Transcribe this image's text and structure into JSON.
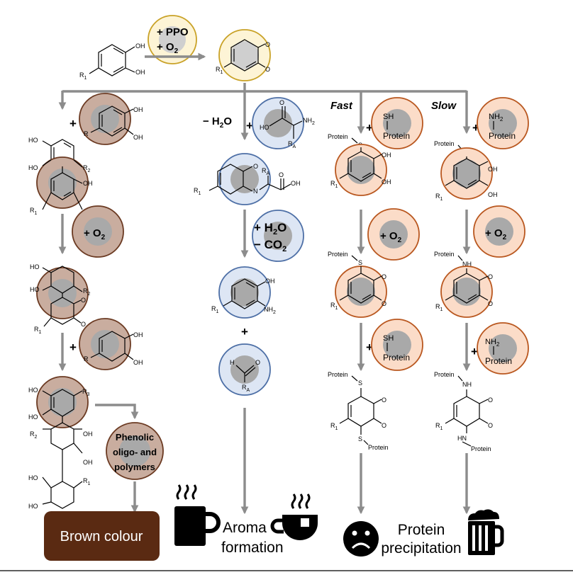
{
  "reagents": {
    "ppo": "+ PPO",
    "o2": "+ O",
    "o2_sub": "2",
    "minus_h2o": "− H",
    "minus_h2o_sub": "2",
    "minus_h2o_o": "O",
    "plus_h2o": "+ H",
    "plus_h2o_sub": "2",
    "plus_h2o_o": "O",
    "minus_co2": "− CO",
    "minus_co2_sub": "2",
    "plus_o2": "+ O",
    "plus_o2_sub": "2",
    "plus": "+"
  },
  "branches": {
    "fast": "Fast",
    "slow": "Slow"
  },
  "atoms": {
    "oh": "OH",
    "o": "O",
    "ho": "HO",
    "r": "R",
    "r1": "R",
    "r1_sub": "1",
    "r2": "R",
    "r2_sub": "2",
    "r3": "R",
    "r3_sub": "3",
    "ra": "R",
    "ra_sub": "A",
    "nh2": "NH",
    "nh2_sub": "2",
    "n": "N",
    "h": "H",
    "s": "S",
    "sh": "SH",
    "nh": "NH",
    "hn": "HN",
    "protein": "Protein"
  },
  "products": {
    "phenolic": [
      "Phenolic",
      "oligo- and",
      "polymers"
    ],
    "brown_colour": "Brown colour",
    "aroma": [
      "Aroma",
      "formation"
    ],
    "protein_precipitation": [
      "Protein",
      "precipitation"
    ]
  },
  "colors": {
    "yellow_fill": "#fdf4d6",
    "yellow_stroke": "#c9a227",
    "brown_fill": "#c9ad9f",
    "brown_stroke": "#6b3a22",
    "blue_fill": "#dde6f4",
    "blue_stroke": "#4d6fa6",
    "orange_fill": "#fbdcc8",
    "orange_stroke": "#b9571f",
    "inner_gray": "#a9a9a9",
    "arrow_gray": "#8c8c8c",
    "brown_box": "#5a2a12"
  },
  "icons": [
    "steaming-mug-icon",
    "tea-cup-icon",
    "sad-face-icon",
    "beer-mug-icon"
  ]
}
